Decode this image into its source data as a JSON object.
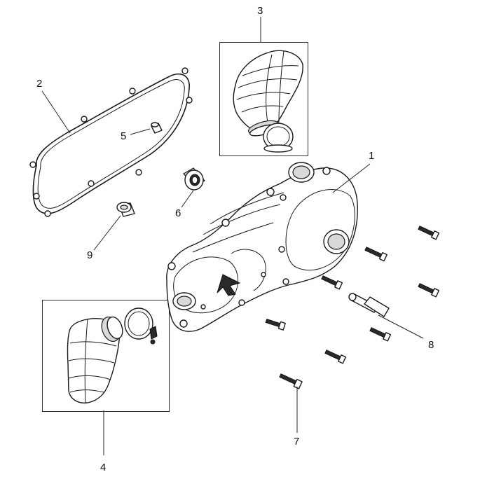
{
  "callouts": {
    "c1": "1",
    "c2": "2",
    "c3": "3",
    "c4": "4",
    "c5": "5",
    "c6": "6",
    "c7": "7",
    "c8": "8",
    "c9": "9"
  },
  "colors": {
    "line": "#1a1a1a",
    "shade": "#d9d9d9",
    "background": "#ffffff"
  }
}
